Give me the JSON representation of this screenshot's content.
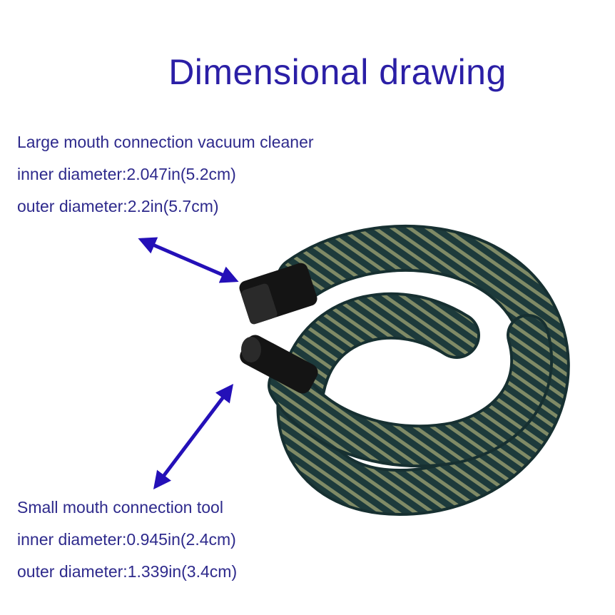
{
  "title": "Dimensional drawing",
  "large_mouth": {
    "heading": "Large mouth connection vacuum cleaner",
    "inner_diameter": "inner diameter:2.047in(5.2cm)",
    "outer_diameter": "outer diameter:2.2in(5.7cm)"
  },
  "small_mouth": {
    "heading": "Small mouth connection tool",
    "inner_diameter": "inner diameter:0.945in(2.4cm)",
    "outer_diameter": "outer diameter:1.339in(3.4cm)"
  },
  "colors": {
    "title": "#2b1fa6",
    "text": "#2e2a8c",
    "arrow": "#2410b8",
    "hose_dark": "#1d3a3b",
    "hose_stripe": "#7f8a66",
    "connector": "#141414"
  }
}
